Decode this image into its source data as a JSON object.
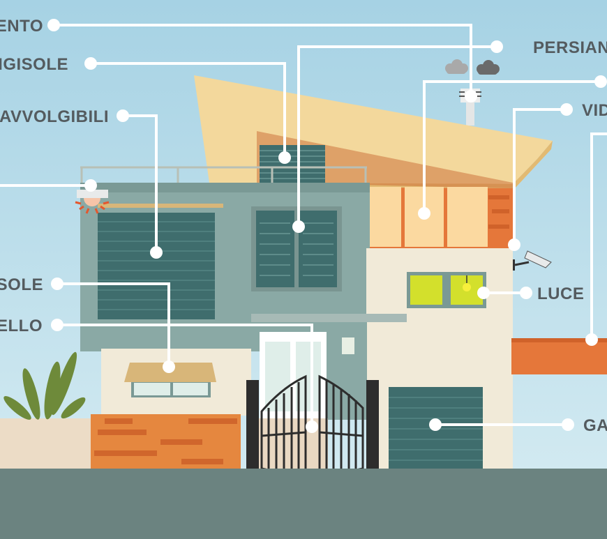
{
  "labels": {
    "vento": "ENTO",
    "frangisole": "NGISOLE",
    "avvolgibili": "AVVOLGIBILI",
    "persiane": "PERSIAN",
    "video": "VID",
    "sole": "SOLE",
    "cancello": "ELLO",
    "luce": "LUCE",
    "garage": "GA"
  },
  "colors": {
    "sky_top": "#a6d2e4",
    "sky_bottom": "#d8edf3",
    "ground": "#6b8380",
    "roof": "#f3d89c",
    "orange": "#e5773a",
    "teal_wall": "#8aa9a5",
    "shutter": "#3f6d6d",
    "cream": "#f1ead8",
    "lime": "#d3e02c",
    "label_text": "#545b5f"
  }
}
